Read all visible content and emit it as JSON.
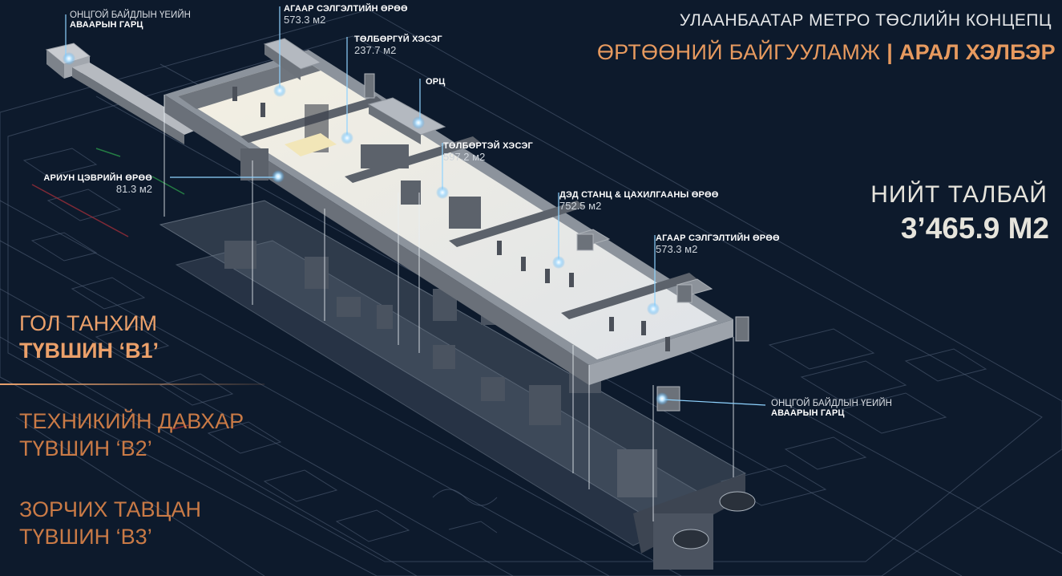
{
  "header": {
    "subtitle": "УЛААНБААТАР МЕТРО ТӨСЛИЙН КОНЦЕПЦ",
    "title_main": "ӨРТӨӨНИЙ БАЙГУУЛАМЖ",
    "title_separator": "|",
    "title_accent": "АРАЛ ХЭЛБЭР"
  },
  "total": {
    "label": "НИЙТ ТАЛБАЙ",
    "value": "3’465.9 М2"
  },
  "levels": [
    {
      "name": "ГОЛ ТАНХИМ",
      "level": "ТҮВШИН ‘B1’",
      "active": true
    },
    {
      "name": "ТЕХНИКИЙН ДАВХАР",
      "level": "ТҮВШИН ‘B2’",
      "active": false
    },
    {
      "name": "ЗОРЧИХ ТАВЦАН",
      "level": "ТҮВШИН ‘B3’",
      "active": false
    }
  ],
  "callouts": {
    "emergency_exit_1": {
      "line1": "ОНЦГОЙ БАЙДЛЫН ҮЕИЙН",
      "line2": "АВААРЫН ГАРЦ"
    },
    "ventilation_1": {
      "name": "АГААР СЭЛГЭЛТИЙН ӨРӨӨ",
      "area": "573.3 м2"
    },
    "free_zone": {
      "name": "ТӨЛБӨРГҮЙ ХЭСЭГ",
      "area": "237.7 м2"
    },
    "entrance": {
      "name": "ОРЦ"
    },
    "paid_zone": {
      "name": "ТӨЛБӨРТЭЙ ХЭСЭГ",
      "area": "597.2 м2"
    },
    "restroom": {
      "name": "АРИУН ЦЭВРИЙН ӨРӨӨ",
      "area": "81.3 м2"
    },
    "substation": {
      "name": "ДЭД СТАНЦ & ЦАХИЛГААНЫ ӨРӨӨ",
      "area": "752.5 м2"
    },
    "ventilation_2": {
      "name": "АГААР СЭЛГЭЛТИЙН ӨРӨӨ",
      "area": "573.3 м2"
    },
    "emergency_exit_2": {
      "line1": "ОНЦГОЙ БАЙДЛЫН ҮЕИЙН",
      "line2": "АВААРЫН ГАРЦ"
    }
  },
  "colors": {
    "background": "#0d1a2c",
    "accent": "#e79a5f",
    "accent_dim": "#c97a46",
    "marker": "#7fd0ff"
  }
}
